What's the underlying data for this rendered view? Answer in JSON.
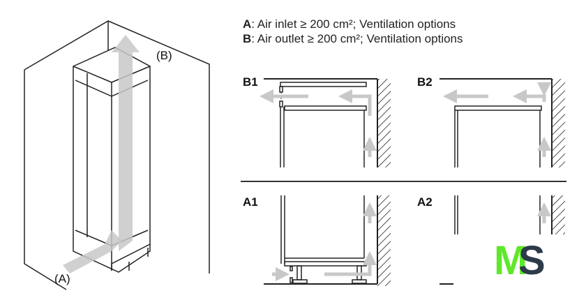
{
  "legend": {
    "a_key": "A",
    "a_text": ": Air inlet ≥ 200 cm²; Ventilation options",
    "b_key": "B",
    "b_text": ": Air outlet ≥ 200 cm²; Ventilation options"
  },
  "callouts": {
    "b": "(B)",
    "a": "(A)"
  },
  "panels": {
    "b1": "B1",
    "b2": "B2",
    "a1": "A1",
    "a2": "A2"
  },
  "logo": {
    "text": "MS",
    "m_color": "#5ee82a",
    "s_color": "#2d3a4a"
  },
  "colors": {
    "arrow": "#c8c8c8",
    "line": "#222222"
  }
}
